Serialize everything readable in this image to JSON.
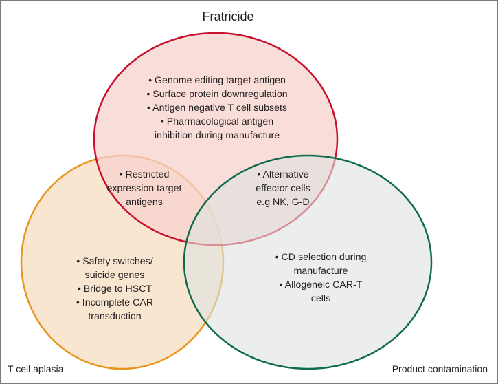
{
  "colors": {
    "fratricide_stroke": "#c8102e",
    "fratricide_fill": "#f6d2cc",
    "aplasia_stroke": "#e8951f",
    "aplasia_fill": "#f7ddc2",
    "contamination_stroke": "#0f6b4e",
    "contamination_fill": "#dde3df",
    "border": "#7a7a7a",
    "text": "#231f20"
  },
  "sets": {
    "fratricide": {
      "label": "Fratricide",
      "items": [
        "• Genome editing target antigen",
        "• Surface protein downregulation",
        "• Antigen negative T cell subsets",
        "• Pharmacological antigen",
        "inhibition during manufacture"
      ]
    },
    "aplasia": {
      "label": "T cell aplasia",
      "items": [
        "• Safety switches/",
        "suicide genes",
        "• Bridge to HSCT",
        "• Incomplete CAR",
        "transduction"
      ]
    },
    "contamination": {
      "label": "Product contamination",
      "items": [
        "• CD selection during",
        "manufacture",
        "• Allogeneic CAR-T",
        "cells"
      ]
    }
  },
  "overlaps": {
    "fratricide_aplasia": {
      "items": [
        "• Restricted",
        "expression target",
        "antigens"
      ]
    },
    "fratricide_contamination": {
      "items": [
        "• Alternative",
        "effector cells",
        "e.g NK, G-D"
      ]
    }
  }
}
